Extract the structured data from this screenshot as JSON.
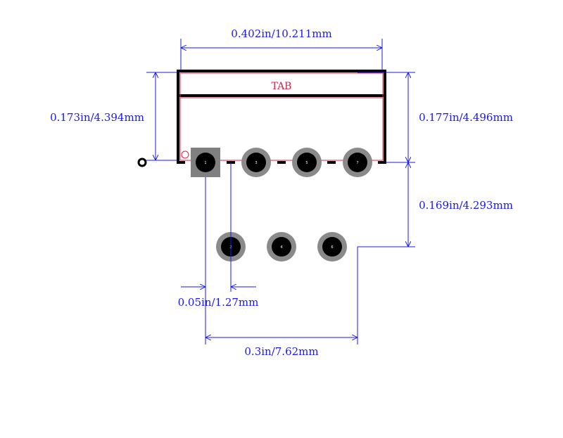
{
  "colors": {
    "dimension": "#1a1ae6",
    "silkscreen": "#000000",
    "courtyard": "#d4234a",
    "pad_square": "#808080",
    "pad_ring": "#8a8a8a",
    "pad_drill": "#000000",
    "background": "#ffffff"
  },
  "tab_label": "TAB",
  "dimensions": {
    "width": "0.402in/10.211mm",
    "tab_height": "0.173in/4.394mm",
    "body_height": "0.177in/4.496mm",
    "row_offset": "0.169in/4.293mm",
    "pitch": "0.05in/1.27mm",
    "row_span": "0.3in/7.62mm"
  },
  "pins": [
    {
      "number": "1",
      "row": "top",
      "shape": "square"
    },
    {
      "number": "2",
      "row": "bottom",
      "shape": "round"
    },
    {
      "number": "3",
      "row": "top",
      "shape": "round"
    },
    {
      "number": "4",
      "row": "bottom",
      "shape": "round"
    },
    {
      "number": "5",
      "row": "top",
      "shape": "round"
    },
    {
      "number": "6",
      "row": "bottom",
      "shape": "round"
    },
    {
      "number": "7",
      "row": "top",
      "shape": "round"
    }
  ]
}
